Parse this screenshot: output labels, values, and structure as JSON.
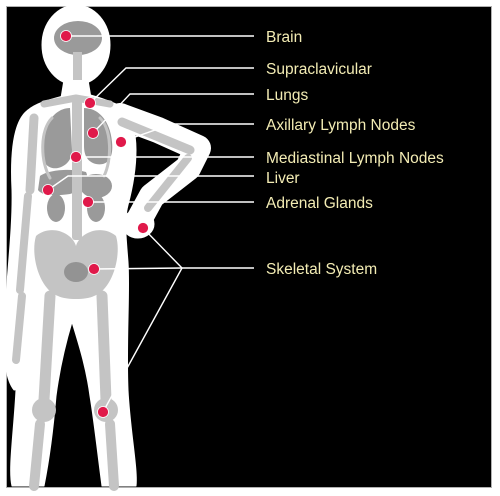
{
  "colors": {
    "background": "#000000",
    "silhouette": "#ffffff",
    "skeleton": "#c4c4c4",
    "organs": "#9a9a9a",
    "marker": "#e0194a",
    "leader_line": "#ffffff",
    "label_text": "#f3ecb4"
  },
  "labels": {
    "brain": "Brain",
    "supraclavicular": "Supraclavicular",
    "lungs": "Lungs",
    "axillary": "Axillary Lymph Nodes",
    "mediastinal": "Mediastinal Lymph Nodes",
    "liver": "Liver",
    "adrenal": "Adrenal Glands",
    "skeletal": "Skeletal System"
  }
}
